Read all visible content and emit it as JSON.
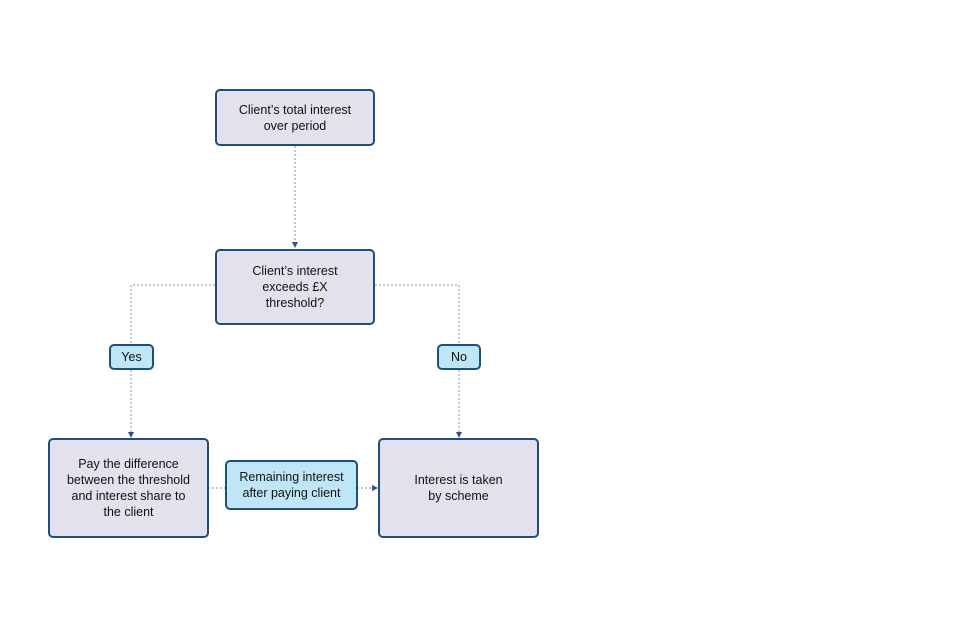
{
  "nodes": {
    "start": "Client’s total interest\nover period",
    "decision": "Client’s interest\nexceeds £X\nthreshold?",
    "pay_client": "Pay the difference\nbetween the threshold\nand interest share to\nthe client",
    "taken_by_scheme": "Interest is taken\nby scheme"
  },
  "labels": {
    "yes": "Yes",
    "no": "No",
    "remaining": "Remaining interest\nafter paying client"
  },
  "colors": {
    "node_fill": "#e3e1ee",
    "label_fill": "#bfe6f7",
    "border": "#1f4e79",
    "connector": "#7f8fb5"
  }
}
